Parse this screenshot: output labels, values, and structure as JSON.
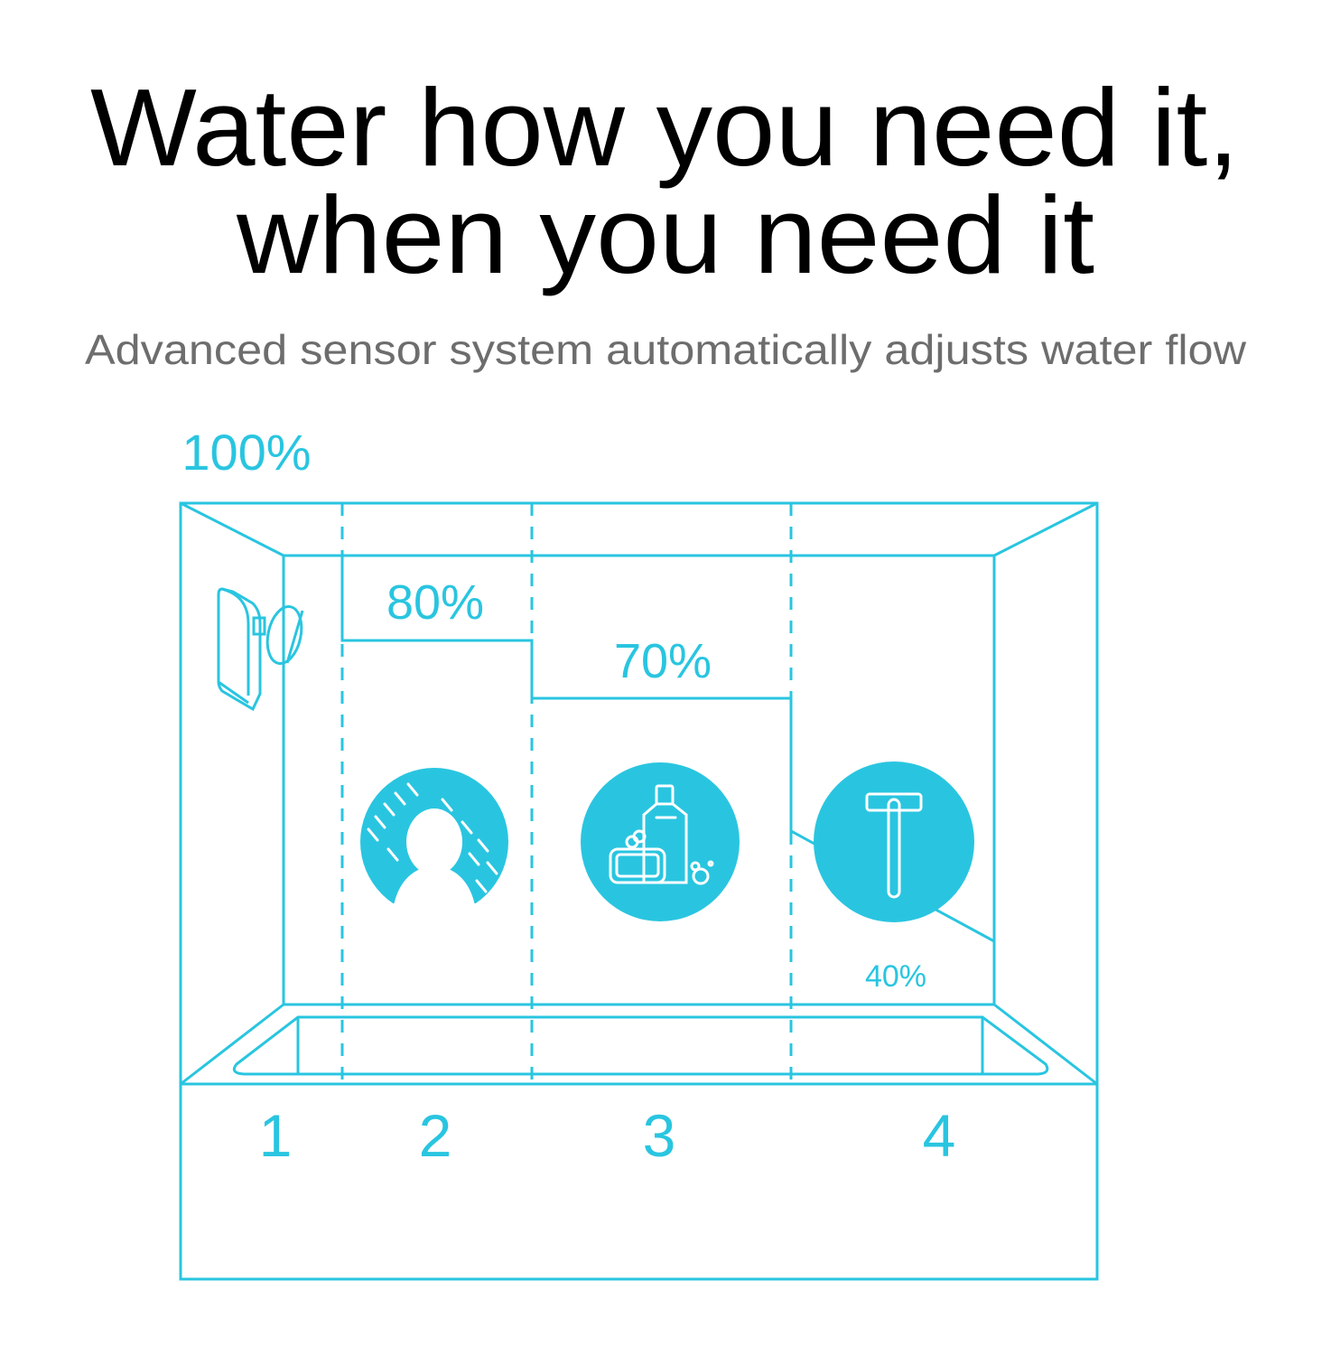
{
  "header": {
    "title_line1": "Water how you need it,",
    "title_line2": "when you need it",
    "subtitle": "Advanced sensor system automatically adjusts water flow"
  },
  "diagram": {
    "accent_color": "#29c5e0",
    "flow_levels": [
      {
        "label": "100%",
        "value": 100
      },
      {
        "label": "80%",
        "value": 80
      },
      {
        "label": "70%",
        "value": 70
      },
      {
        "label": "40%",
        "value": 40
      }
    ],
    "zones": [
      {
        "number": "1",
        "icon": "shower-sensor-icon"
      },
      {
        "number": "2",
        "icon": "person-showering-icon"
      },
      {
        "number": "3",
        "icon": "soap-shampoo-icon"
      },
      {
        "number": "4",
        "icon": "razor-icon"
      }
    ]
  }
}
